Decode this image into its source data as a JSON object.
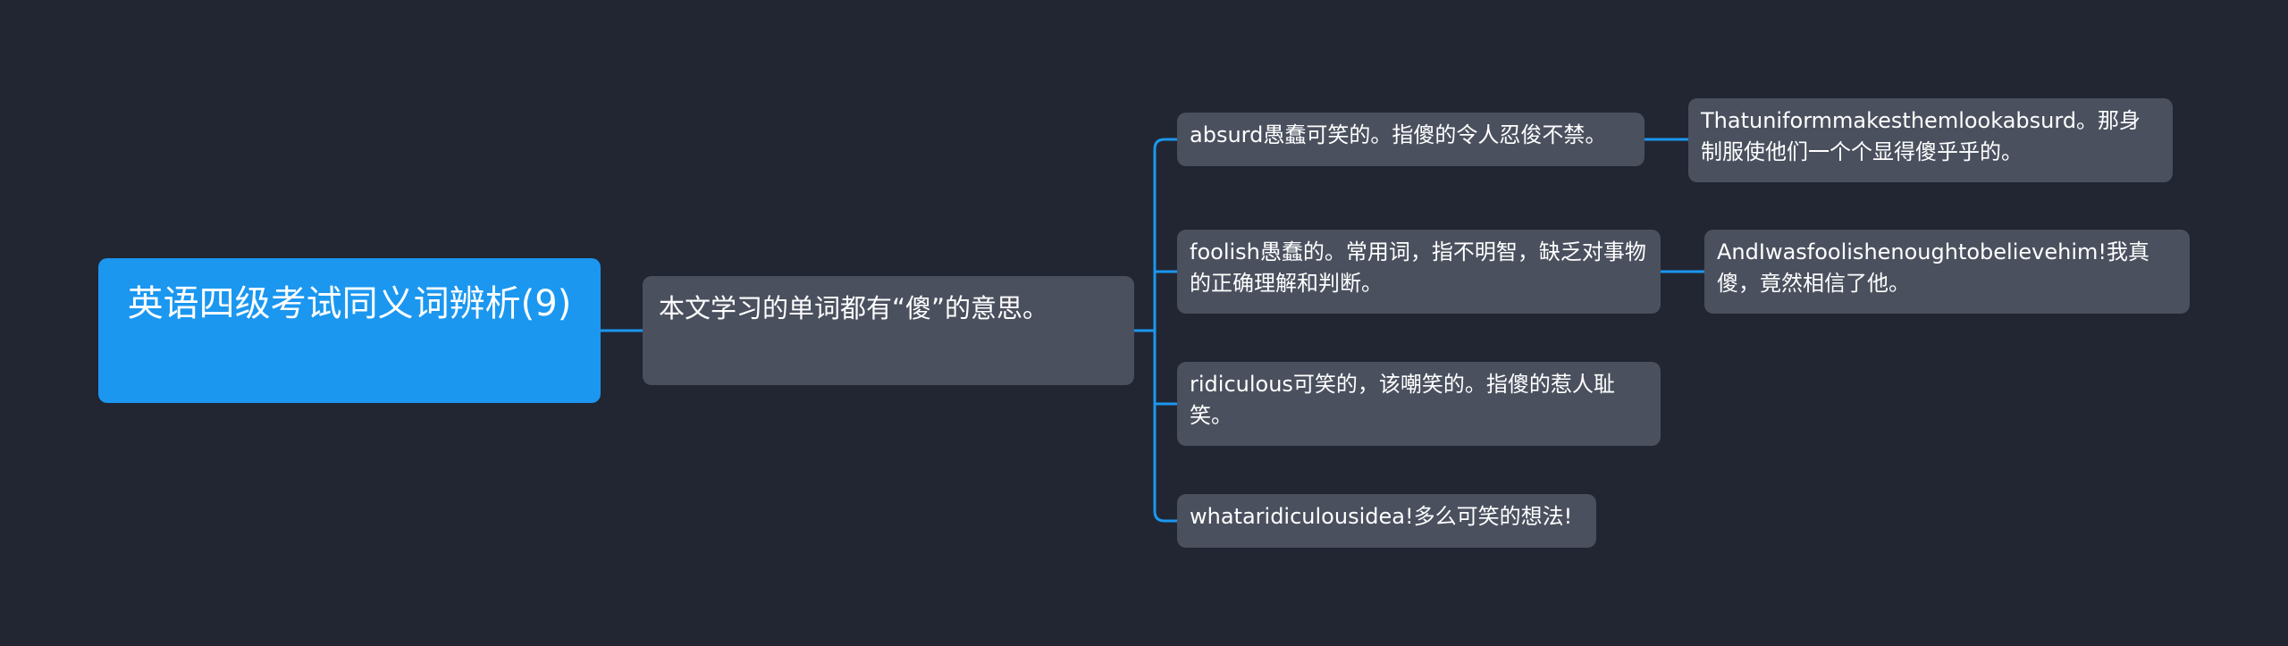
{
  "mindmap": {
    "root": {
      "text": "英语四级考试同义词辨析(9)"
    },
    "main": {
      "text": "本文学习的单词都有“傻”的意思。"
    },
    "branches": [
      {
        "text": "absurd愚蠢可笑的。指傻的令人忍俊不禁。",
        "details": [
          "Thatuniformmakesthemlookabsurd。那身制服使他们一个个显得傻乎乎的。"
        ]
      },
      {
        "text": "foolish愚蠢的。常用词，指不明智，缺乏对事物的正确理解和判断。",
        "details": [
          "AndIwasfoolishenoughtobelievehim!我真傻，竟然相信了他。"
        ]
      },
      {
        "text": "ridiculous可笑的，该嘲笑的。指傻的惹人耻笑。",
        "details": []
      },
      {
        "text": "whataridiculousidea!多么可笑的想法!",
        "details": []
      }
    ],
    "colors": {
      "background": "#222632",
      "root_fill": "#1b97f0",
      "node_fill": "#4a505e",
      "connector": "#1b97f0",
      "text": "#ffffff"
    }
  }
}
